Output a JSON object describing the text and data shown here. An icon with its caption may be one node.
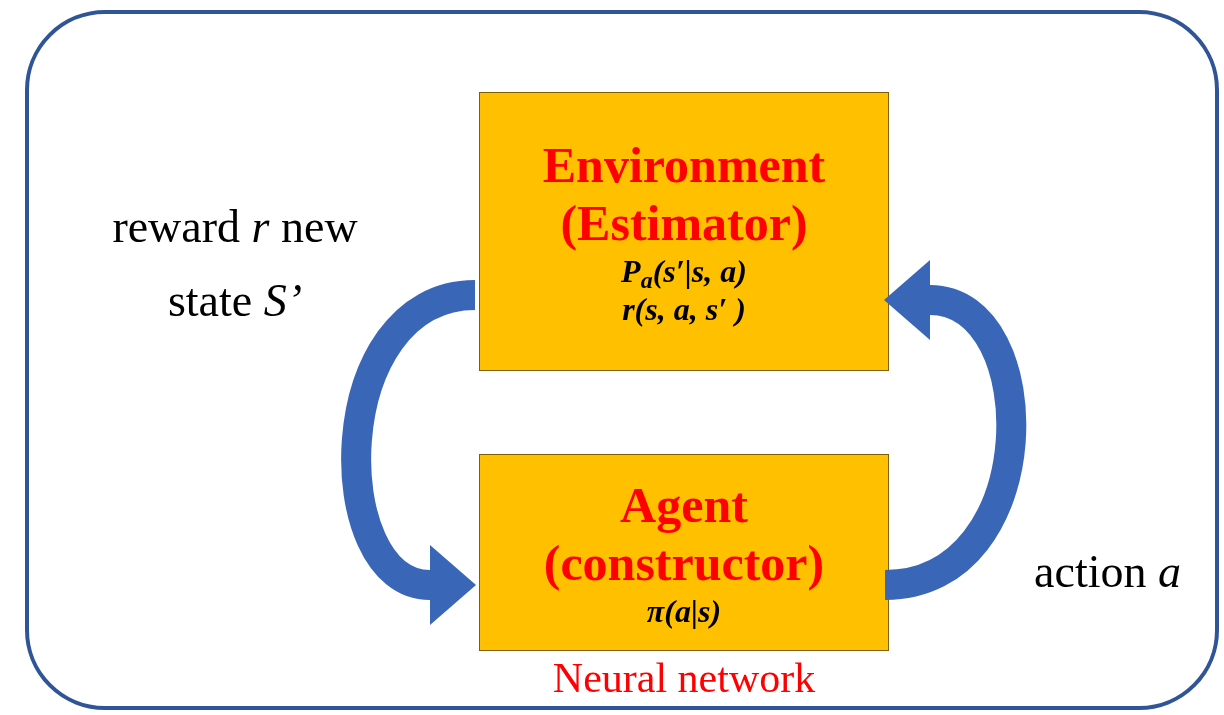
{
  "diagram": {
    "nodes": [
      {
        "text": [],
        "shape": "box"
      },
      {
        "text": [
          "Environment (Estimator)",
          "P$_{a}$(s′|s, a)",
          "r(s, a, s′ )"
        ],
        "in": 0
      },
      {
        "text": [
          "Agent (constructor)",
          "π(a|s)"
        ],
        "in": 0,
        "beside": [
          "Neural network"
        ]
      }
    ],
    "edges": [
      {
        "from": 1,
        "to": 2,
        "arrow": "to",
        "label": "reward *r* new state *S’*"
      },
      {
        "from": 2,
        "to": 1,
        "arrow": "to",
        "label": "action *a*"
      }
    ]
  }
}
